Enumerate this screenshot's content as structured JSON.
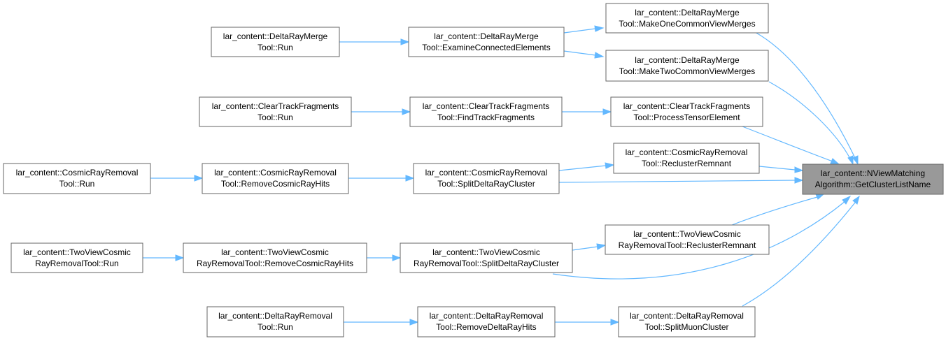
{
  "nodes": {
    "merge_run": {
      "line1": "lar_content::DeltaRayMerge",
      "line2": "Tool::Run"
    },
    "merge_examine": {
      "line1": "lar_content::DeltaRayMerge",
      "line2": "Tool::ExamineConnectedElements"
    },
    "merge_one": {
      "line1": "lar_content::DeltaRayMerge",
      "line2": "Tool::MakeOneCommonViewMerges"
    },
    "merge_two": {
      "line1": "lar_content::DeltaRayMerge",
      "line2": "Tool::MakeTwoCommonViewMerges"
    },
    "ctf_run": {
      "line1": "lar_content::ClearTrackFragments",
      "line2": "Tool::Run"
    },
    "ctf_find": {
      "line1": "lar_content::ClearTrackFragments",
      "line2": "Tool::FindTrackFragments"
    },
    "ctf_process": {
      "line1": "lar_content::ClearTrackFragments",
      "line2": "Tool::ProcessTensorElement"
    },
    "crr_recluster": {
      "line1": "lar_content::CosmicRayRemoval",
      "line2": "Tool::ReclusterRemnant"
    },
    "crr_run": {
      "line1": "lar_content::CosmicRayRemoval",
      "line2": "Tool::Run"
    },
    "crr_remove": {
      "line1": "lar_content::CosmicRayRemoval",
      "line2": "Tool::RemoveCosmicRayHits"
    },
    "crr_split": {
      "line1": "lar_content::CosmicRayRemoval",
      "line2": "Tool::SplitDeltaRayCluster"
    },
    "target": {
      "line1": "lar_content::NViewMatching",
      "line2": "Algorithm::GetClusterListName"
    },
    "tvc_recluster": {
      "line1": "lar_content::TwoViewCosmic",
      "line2": "RayRemovalTool::ReclusterRemnant"
    },
    "tvc_run": {
      "line1": "lar_content::TwoViewCosmic",
      "line2": "RayRemovalTool::Run"
    },
    "tvc_remove": {
      "line1": "lar_content::TwoViewCosmic",
      "line2": "RayRemovalTool::RemoveCosmicRayHits"
    },
    "tvc_split": {
      "line1": "lar_content::TwoViewCosmic",
      "line2": "RayRemovalTool::SplitDeltaRayCluster"
    },
    "drr_run": {
      "line1": "lar_content::DeltaRayRemoval",
      "line2": "Tool::Run"
    },
    "drr_remove": {
      "line1": "lar_content::DeltaRayRemoval",
      "line2": "Tool::RemoveDeltaRayHits"
    },
    "drr_split": {
      "line1": "lar_content::DeltaRayRemoval",
      "line2": "Tool::SplitMuonCluster"
    }
  },
  "colors": {
    "edge": "#63b8ff",
    "node_border": "#666666",
    "focus_fill": "#999999"
  }
}
